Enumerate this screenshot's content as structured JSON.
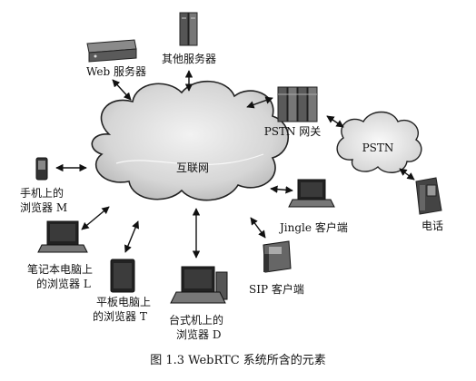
{
  "labels": {
    "web_server": "Web 服务器",
    "other_servers": "其他服务器",
    "pstn_gateway": "PSTN 网关",
    "internet": "互联网",
    "pstn": "PSTN",
    "mobile_line1": "手机上的",
    "mobile_line2": "浏览器 M",
    "laptop_line1": "笔记本电脑上",
    "laptop_line2": "的浏览器 L",
    "tablet_line1": "平板电脑上",
    "tablet_line2": "的浏览器 T",
    "desktop_line1": "台式机上的",
    "desktop_line2": "浏览器 D",
    "jingle_client": "Jingle 客户端",
    "sip_client": "SIP 客户端",
    "phone": "电话"
  },
  "caption": "图 1.3    WebRTC 系统所含的元素"
}
